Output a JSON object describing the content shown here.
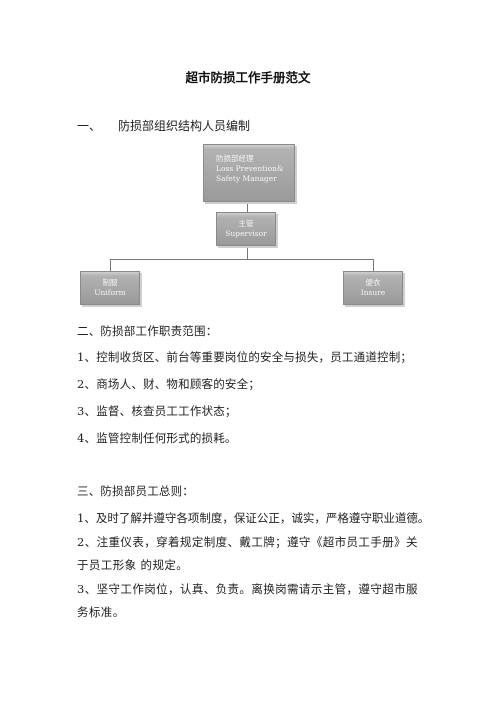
{
  "title": "超市防损工作手册范文",
  "section1": {
    "num": "一、",
    "heading": "防损部组织结构人员编制"
  },
  "org_chart": {
    "manager": {
      "zh": "防损部经理",
      "en1": "Loss Prevention&",
      "en2": "Safety Manager"
    },
    "supervisor": {
      "zh": "主管",
      "en": "Supervisor"
    },
    "uniform": {
      "zh": "制服",
      "en": "Uniform"
    },
    "insure": {
      "zh": "便衣",
      "en": "Insure"
    }
  },
  "section2": {
    "heading": "二、防损部工作职责范围：",
    "items": [
      "1、控制收货区、前台等重要岗位的安全与损失，员工通道控制；",
      "2、商场人、财、物和顾客的安全；",
      "3、监督、核查员工工作状态；",
      "4、监管控制任何形式的损耗。"
    ]
  },
  "section3": {
    "heading": "三、防损部员工总则：",
    "items": [
      "1、及时了解并遵守各项制度，保证公正，诚实，严格遵守职业道德。",
      "2、注重仪表，穿着规定制度、戴工牌；遵守《超市员工手册》关于员工形象 的规定。",
      "3、坚守工作岗位，认真、负责。离换岗需请示主管，遵守超市服务标准。"
    ]
  }
}
